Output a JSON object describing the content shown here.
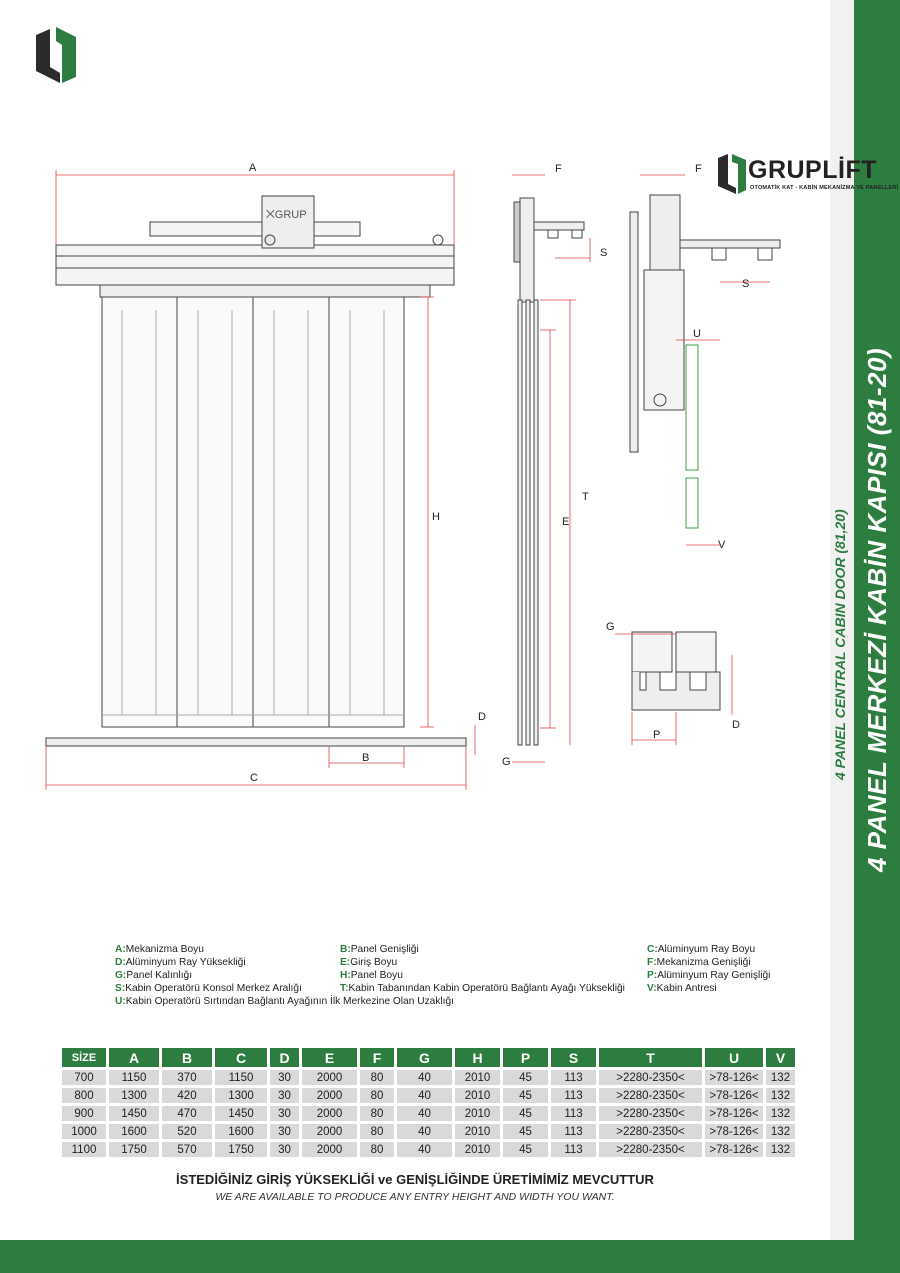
{
  "brand": {
    "name": "GRUPLİFT",
    "tagline": "OTOMATİK KAT - KABİN MEKANİZMA VE PANELLERİ"
  },
  "side": {
    "title": "4 PANEL  MERKEZİ KABİN KAPISI (81-20)",
    "subtitle": "4 PANEL CENTRAL CABIN DOOR (81,20)"
  },
  "drawing": {
    "front_labels": {
      "A": "A",
      "H": "H",
      "D": "D",
      "B": "B",
      "C": "C"
    },
    "side_labels": {
      "F": "F",
      "S": "S",
      "T": "T",
      "E": "E",
      "G": "G"
    },
    "detail_labels": {
      "F": "F",
      "S": "S",
      "U": "U",
      "V": "V"
    },
    "rail_labels": {
      "G": "G",
      "D": "D",
      "P": "P"
    }
  },
  "legend": [
    {
      "key": "A:",
      "text": "Mekanizma Boyu"
    },
    {
      "key": "B:",
      "text": "Panel Genişliği"
    },
    {
      "key": "C:",
      "text": "Alüminyum Ray Boyu"
    },
    {
      "key": "D:",
      "text": "Alüminyum Ray Yüksekliği"
    },
    {
      "key": "E:",
      "text": "Giriş Boyu"
    },
    {
      "key": "F:",
      "text": "Mekanizma Genişliği"
    },
    {
      "key": "G:",
      "text": "Panel Kalınlığı"
    },
    {
      "key": "H:",
      "text": "Panel Boyu"
    },
    {
      "key": "P:",
      "text": "Alüminyum Ray Genişliği"
    },
    {
      "key": "S:",
      "text": "Kabin Operatörü Konsol Merkez Aralığı"
    },
    {
      "key": "T:",
      "text": "Kabin Tabanından Kabin Operatörü Bağlantı Ayağı Yüksekliği"
    },
    {
      "key": "V:",
      "text": "Kabin Antresi"
    },
    {
      "key": "U:",
      "text": "Kabin Operatörü Sırtından Bağlantı Ayağının İlk Merkezine Olan Uzaklığı"
    }
  ],
  "table": {
    "headers": [
      "SİZE",
      "A",
      "B",
      "C",
      "D",
      "E",
      "F",
      "G",
      "H",
      "P",
      "S",
      "T",
      "U",
      "V"
    ],
    "rows": [
      [
        "700",
        "1150",
        "370",
        "1150",
        "30",
        "2000",
        "80",
        "40",
        "2010",
        "45",
        "113",
        ">2280-2350<",
        ">78-126<",
        "132"
      ],
      [
        "800",
        "1300",
        "420",
        "1300",
        "30",
        "2000",
        "80",
        "40",
        "2010",
        "45",
        "113",
        ">2280-2350<",
        ">78-126<",
        "132"
      ],
      [
        "900",
        "1450",
        "470",
        "1450",
        "30",
        "2000",
        "80",
        "40",
        "2010",
        "45",
        "113",
        ">2280-2350<",
        ">78-126<",
        "132"
      ],
      [
        "1000",
        "1600",
        "520",
        "1600",
        "30",
        "2000",
        "80",
        "40",
        "2010",
        "45",
        "113",
        ">2280-2350<",
        ">78-126<",
        "132"
      ],
      [
        "1100",
        "1750",
        "570",
        "1750",
        "30",
        "2000",
        "80",
        "40",
        "2010",
        "45",
        "113",
        ">2280-2350<",
        ">78-126<",
        "132"
      ]
    ]
  },
  "notes": {
    "tr": "İSTEDİĞİNİZ GİRİŞ YÜKSEKLİĞİ ve GENİŞLİĞİNDE ÜRETİMİMİZ MEVCUTTUR",
    "en": "WE ARE AVAILABLE TO PRODUCE ANY ENTRY HEIGHT AND WIDTH YOU WANT."
  },
  "colors": {
    "brand_green": "#2e7d40",
    "dimension_red": "#e04545",
    "cell_grey": "#d9d9d9"
  }
}
